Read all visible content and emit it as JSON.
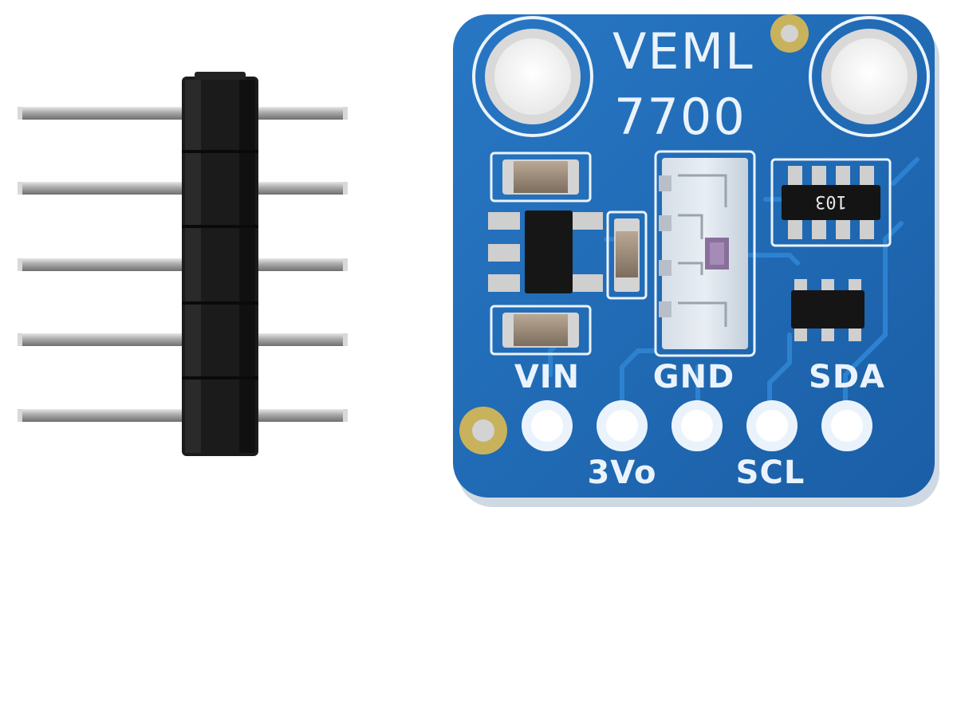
{
  "board": {
    "title_line1": "VEML",
    "title_line2": "7700",
    "resistor_code": "103",
    "pins_top": [
      "VIN",
      "GND",
      "SDA"
    ],
    "pins_bottom": [
      "3Vo",
      "SCL"
    ]
  },
  "colors": {
    "pcb": "#1f6bb5",
    "silkscreen": "#eaf3fb",
    "header_plastic": "#1a1a1a",
    "pin_metal": "#b9b9b9"
  }
}
